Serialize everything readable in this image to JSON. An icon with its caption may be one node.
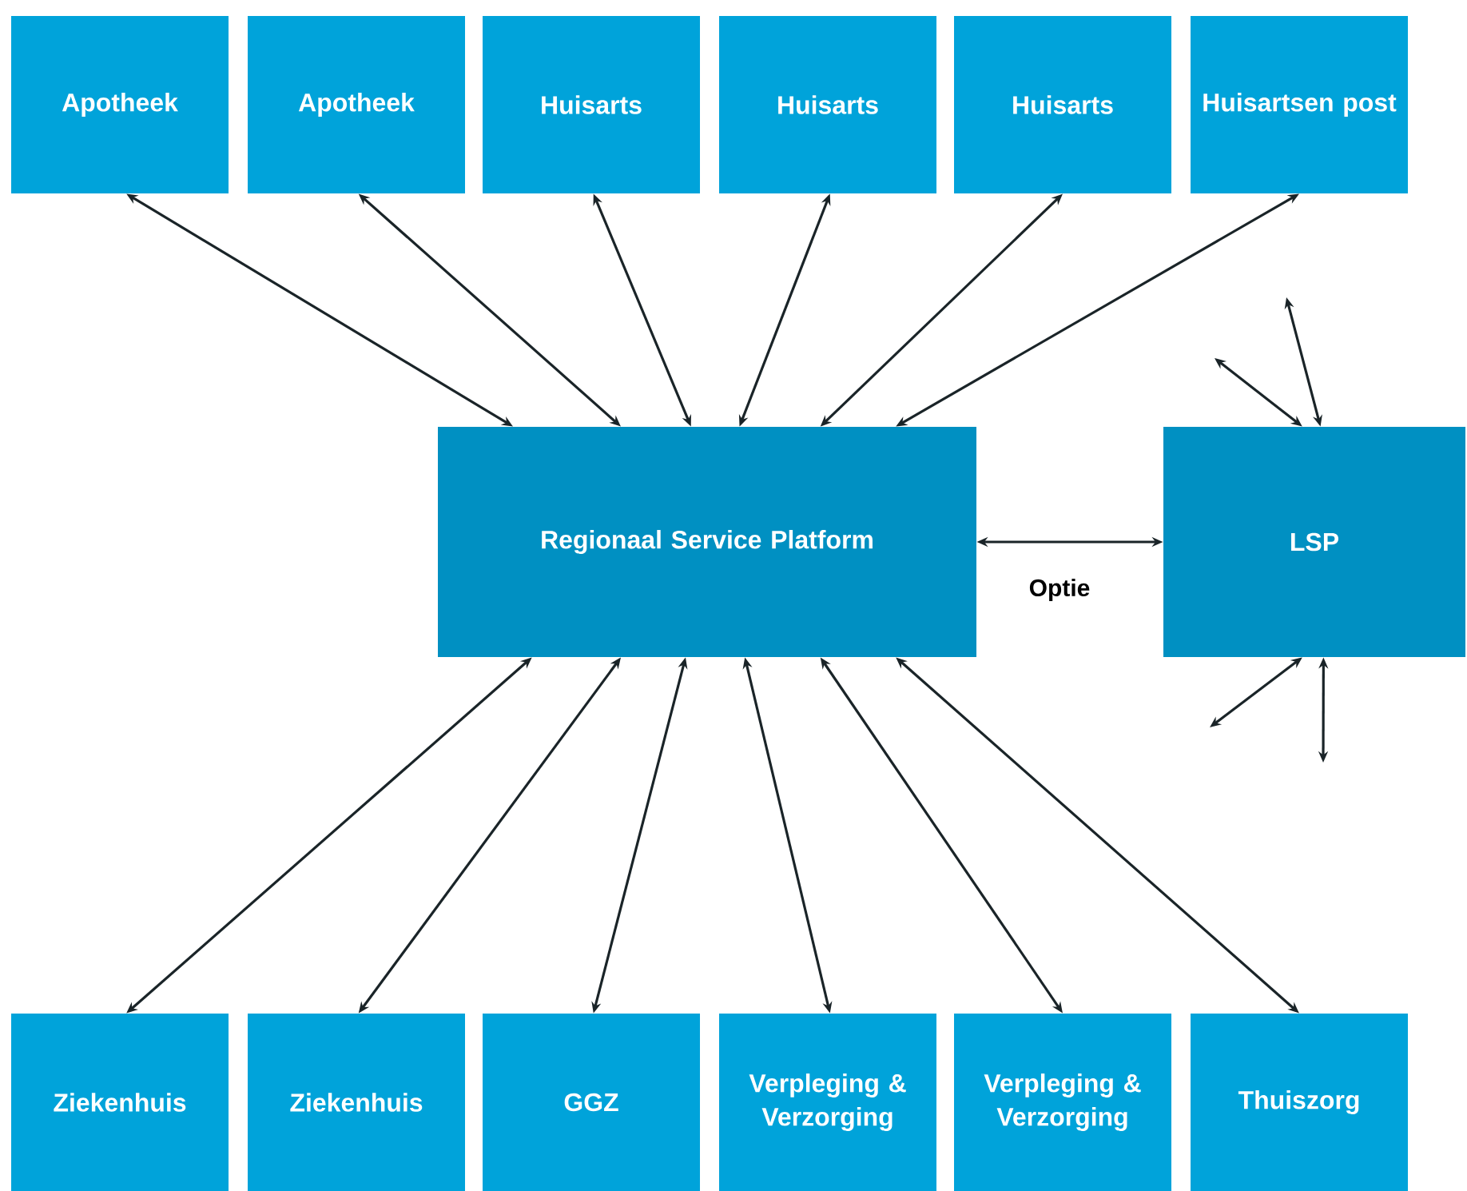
{
  "diagram": {
    "nodes": [
      {
        "text": [
          "Apotheek"
        ]
      },
      {
        "text": [
          "Apotheek"
        ]
      },
      {
        "text": [
          "Huisarts"
        ]
      },
      {
        "text": [
          "Huisarts"
        ]
      },
      {
        "text": [
          "Huisarts"
        ]
      },
      {
        "text": [
          "Huisartsen post"
        ]
      },
      {
        "text": [
          "Regionaal Service Platform"
        ]
      },
      {
        "text": [
          "LSP"
        ]
      },
      {
        "text": [
          "Ziekenhuis"
        ]
      },
      {
        "text": [
          "Ziekenhuis"
        ]
      },
      {
        "text": [
          "GGZ"
        ]
      },
      {
        "text": [
          "Verpleging & Verzorging"
        ]
      },
      {
        "text": [
          "Verpleging & Verzorging"
        ]
      },
      {
        "text": [
          "Thuiszorg"
        ]
      }
    ],
    "edges": [
      {
        "from": 0,
        "to": 6,
        "arrow": "both"
      },
      {
        "from": 1,
        "to": 6,
        "arrow": "both"
      },
      {
        "from": 2,
        "to": 6,
        "arrow": "both"
      },
      {
        "from": 3,
        "to": 6,
        "arrow": "both"
      },
      {
        "from": 4,
        "to": 6,
        "arrow": "both"
      },
      {
        "from": 5,
        "to": 6,
        "arrow": "both"
      },
      {
        "from": 6,
        "to": 7,
        "arrow": "both",
        "label": "Optie"
      },
      {
        "from": null,
        "to": 7,
        "arrow": "both"
      },
      {
        "from": null,
        "to": 7,
        "arrow": "both"
      },
      {
        "from": null,
        "to": 7,
        "arrow": "both"
      },
      {
        "from": null,
        "to": 7,
        "arrow": "both"
      },
      {
        "from": 8,
        "to": 6,
        "arrow": "both"
      },
      {
        "from": 9,
        "to": 6,
        "arrow": "both"
      },
      {
        "from": 10,
        "to": 6,
        "arrow": "both"
      },
      {
        "from": 11,
        "to": 6,
        "arrow": "both"
      },
      {
        "from": 12,
        "to": 6,
        "arrow": "both"
      },
      {
        "from": 13,
        "to": 6,
        "arrow": "both"
      }
    ]
  }
}
